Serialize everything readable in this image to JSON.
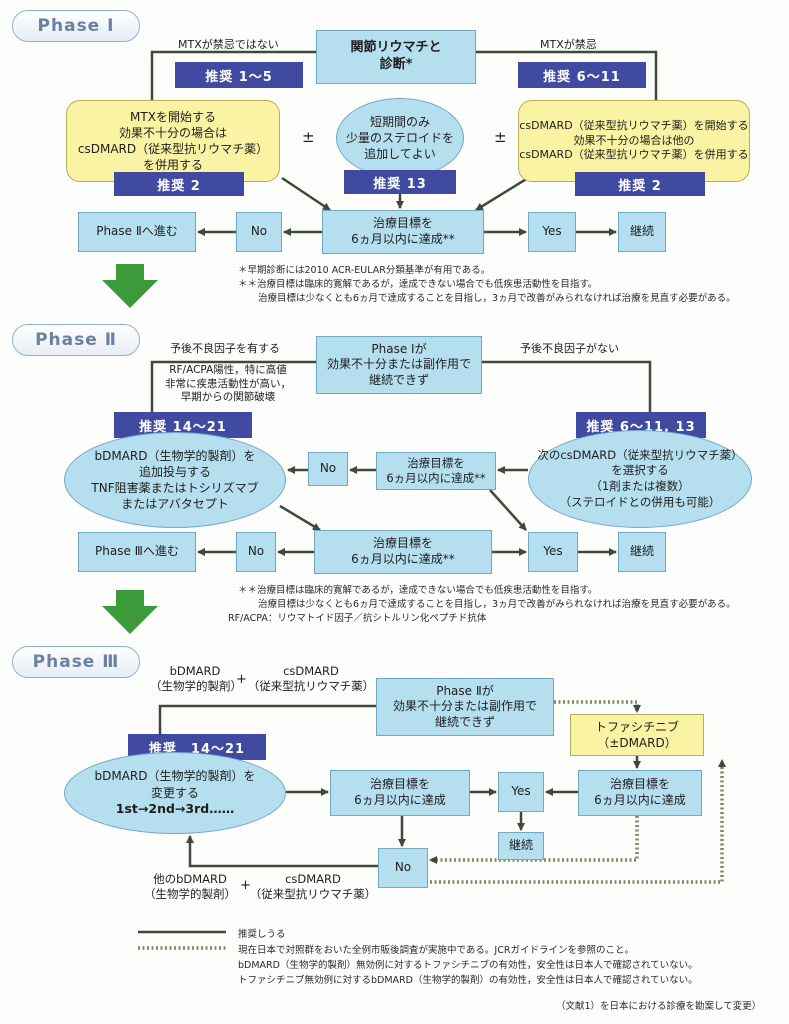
{
  "phase1": {
    "title": "Phase Ⅰ",
    "diagnosis": [
      "関節リウマチと",
      "診断*"
    ],
    "left_condition": "MTXが禁忌ではない",
    "right_condition": "MTXが禁忌",
    "rec_left": "推奨 1～5",
    "rec_right": "推奨 6～11",
    "box_left": [
      "MTXを開始する",
      "効果不十分の場合は",
      "csDMARD（従来型抗リウマチ薬）",
      "を併用する"
    ],
    "box_left_rec": "推奨 2",
    "steroid": [
      "短期間のみ",
      "少量のステロイドを",
      "追加してよい"
    ],
    "steroid_rec": "推奨 13",
    "plus_minus": "±",
    "box_right": [
      "csDMARD（従来型抗リウマチ薬）を開始する",
      "効果不十分の場合は他の",
      "csDMARD（従来型抗リウマチ薬）を併用する"
    ],
    "box_right_rec": "推奨 2",
    "goal": [
      "治療目標を",
      "6ヵ月以内に達成**"
    ],
    "no": "No",
    "yes": "Yes",
    "next": "Phase Ⅱへ進む",
    "continue": "継続",
    "notes": [
      "＊早期診断には2010 ACR-EULAR分類基準が有用である。",
      "＊＊治療目標は臨床的寛解であるが，達成できない場合でも低疾患活動性を目指す。",
      "治療目標は少なくとも6ヵ月で達成することを目指し，3ヵ月で改善がみられなければ治療を見直す必要がある。"
    ]
  },
  "phase2": {
    "title": "Phase Ⅱ",
    "top": [
      "Phase Ⅰが",
      "効果不十分または副作用で",
      "継続できず"
    ],
    "left_condition": "予後不良因子を有する",
    "right_condition": "予後不良因子がない",
    "factors": [
      "RF/ACPA陽性，特に高値",
      "非常に疾患活動性が高い，",
      "早期からの関節破壊"
    ],
    "rec_left": "推奨 14～21",
    "rec_right": "推奨 6～11, 13",
    "bdmard": [
      "bDMARD（生物学的製剤）を",
      "追加投与する",
      "TNF阻害薬またはトシリズマブ",
      "またはアバタセプト"
    ],
    "csdmard": [
      "次のcsDMARD（従来型抗リウマチ薬）",
      "を選択する",
      "（1剤または複数）",
      "（ステロイドとの併用も可能）"
    ],
    "goal_upper": [
      "治療目標を",
      "6ヵ月以内に達成**"
    ],
    "goal_lower": [
      "治療目標を",
      "6ヵ月以内に達成**"
    ],
    "no_upper": "No",
    "no_lower": "No",
    "yes": "Yes",
    "next": "Phase Ⅲへ進む",
    "continue": "継続",
    "notes": [
      "＊＊治療目標は臨床的寛解であるが，達成できない場合でも低疾患活動性を目指す。",
      "治療目標は少なくとも6ヵ月で達成することを目指し，3ヵ月で改善がみられなければ治療を見直す必要がある。",
      "RF/ACPA：リウマトイド因子／抗シトルリン化ペプチド抗体"
    ]
  },
  "phase3": {
    "title": "Phase Ⅲ",
    "top_bd": [
      "bDMARD",
      "（生物学的製剤）"
    ],
    "top_cs": [
      "csDMARD",
      "（従来型抗リウマチ薬）"
    ],
    "plus": "+",
    "top": [
      "Phase Ⅱが",
      "効果不十分または副作用で",
      "継続できず"
    ],
    "rec": "推奨　14～21",
    "change": [
      "bDMARD（生物学的製剤）を",
      "変更する",
      "1st→2nd→3rd……"
    ],
    "goal": [
      "治療目標を",
      "6ヵ月以内に達成"
    ],
    "tofa": [
      "トファシチニブ",
      "（±DMARD）"
    ],
    "goal_right": [
      "治療目標を",
      "6ヵ月以内に達成"
    ],
    "yes": "Yes",
    "continue": "継続",
    "no": "No",
    "bottom_bd": [
      "他のbDMARD",
      "（生物学的製剤）"
    ],
    "bottom_cs": [
      "csDMARD",
      "（従来型抗リウマチ薬）"
    ]
  },
  "legend": {
    "solid": "推奨しうる",
    "dotted": [
      "現在日本で対照群をおいた全例市販後調査が実施中である。JCRガイドラインを参照のこと。",
      "bDMARD（生物学的製剤）無効例に対するトファシチニブの有効性，安全性は日本人で確認されていない。",
      "トファシチニブ無効例に対するbDMARD（生物学的製剤）の有効性，安全性は日本人で確認されていない。"
    ],
    "source": "（文献1）を日本における診療を勘案して変更）"
  },
  "colors": {
    "box": "#b5deef",
    "rec": "#3f4aa0",
    "yellow": "#fbf3a4",
    "line": "#3d4a3a",
    "dotted": "#7a8a66",
    "green": "#3d9a3a"
  }
}
